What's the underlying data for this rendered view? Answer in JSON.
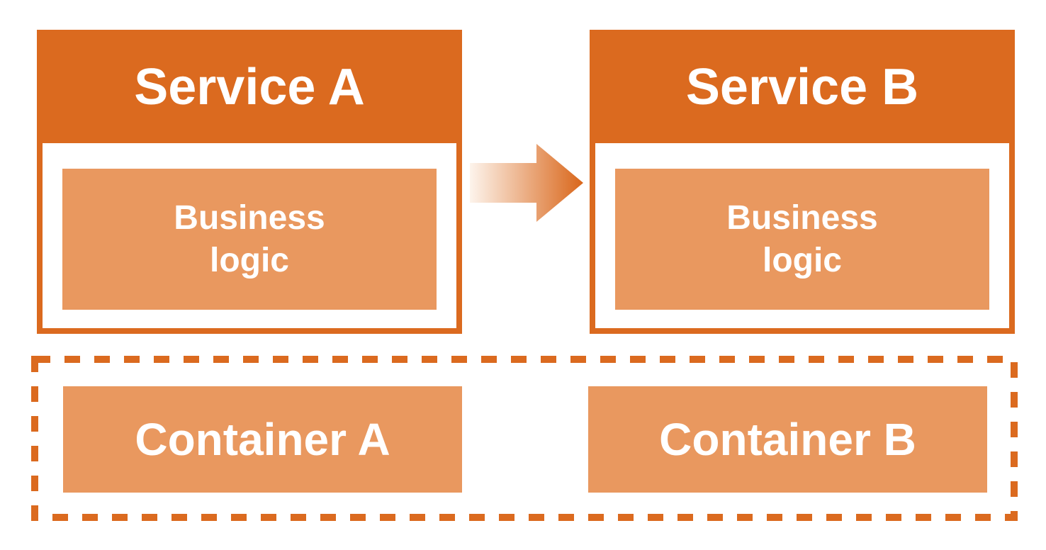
{
  "diagram": {
    "type": "architecture-diagram",
    "background": "#ffffff",
    "colors": {
      "primary_orange": "#DB6A1F",
      "light_orange": "#E9985F",
      "text_on_orange": "#ffffff",
      "arrow_gradient_start": "#FDF4EC",
      "arrow_gradient_end": "#D9661A",
      "boundary_dash": "#DB6A1F"
    },
    "services": [
      {
        "title": "Service A",
        "inner_label": "Business logic",
        "inner_label_lines": [
          "Business",
          "logic"
        ]
      },
      {
        "title": "Service B",
        "inner_label": "Business logic",
        "inner_label_lines": [
          "Business",
          "logic"
        ]
      }
    ],
    "arrow": {
      "from": "Service A",
      "to": "Service B",
      "direction": "right"
    },
    "containers": [
      {
        "label": "Container A"
      },
      {
        "label": "Container B"
      }
    ]
  }
}
